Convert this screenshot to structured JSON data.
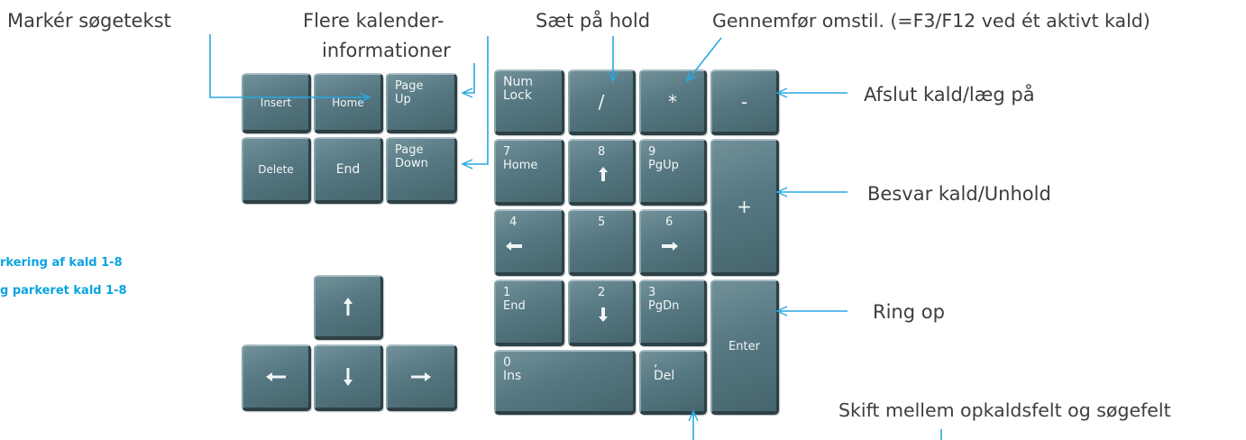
{
  "labels": {
    "marker": "Markér søgetekst",
    "calendar_line1": "Flere kalender-",
    "calendar_line2": "informationer",
    "hold": "Sæt på hold",
    "transfer": "Gennemfør omstil. (=F3/F12 ved ét aktivt kald)",
    "hangup": "Afslut kald/læg på",
    "answer": "Besvar kald/Unhold",
    "dial": "Ring op",
    "switch": "Skift mellem opkaldsfelt og søgefelt",
    "park": "rkering af kald 1-8",
    "unpark": "g parkeret kald 1-8"
  },
  "keys": {
    "insert": "Insert",
    "home": "Home",
    "pageup": "Page\nUp",
    "delete": "Delete",
    "end": "End",
    "pagedown": "Page\nDown",
    "numlock": "Num\nLock",
    "slash": "/",
    "star": "*",
    "minus": "-",
    "n7": "7\nHome",
    "n8": "8",
    "n9": "9\nPgUp",
    "plus": "+",
    "n4": "4",
    "n5": "5",
    "n6": "6",
    "n1": "1\nEnd",
    "n2": "2",
    "n3": "3\nPgDn",
    "enter": "Enter",
    "n0": "0\nIns",
    "del": ",\nDel"
  },
  "icons": {
    "arrow_up": "arrow-up-icon",
    "arrow_down": "arrow-down-icon",
    "arrow_left": "arrow-left-icon",
    "arrow_right": "arrow-right-icon"
  },
  "colors": {
    "key_face": "#567882",
    "callout_line": "#29a8e0",
    "label_text": "#3d3d3d",
    "blue_text": "#0aa3e0"
  }
}
